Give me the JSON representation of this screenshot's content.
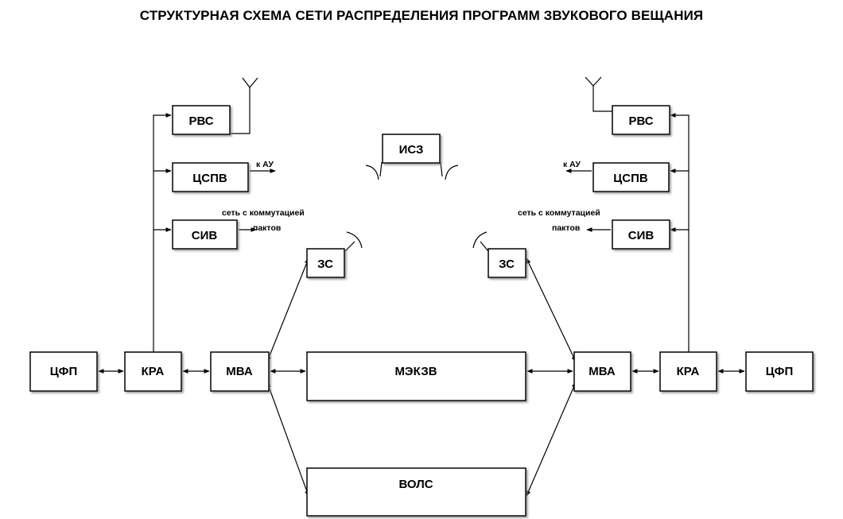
{
  "title": "СТРУКТУРНАЯ СХЕМА СЕТИ РАСПРЕДЕЛЕНИЯ ПРОГРАММ ЗВУКОВОГО ВЕЩАНИЯ",
  "blocks": {
    "left_cfp": "ЦФП",
    "left_kra": "КРА",
    "left_mva": "МВА",
    "mekzv": "МЭКЗВ",
    "right_mva": "МВА",
    "right_kra": "КРА",
    "right_cfp": "ЦФП",
    "volс": "ВОЛС",
    "left_zs": "ЗС",
    "right_zs": "ЗС",
    "isz": "ИСЗ",
    "left_rvs": "РВС",
    "left_cspv": "ЦСПВ",
    "left_siv": "СИВ",
    "right_rvs": "РВС",
    "right_cspv": "ЦСПВ",
    "right_siv": "СИВ"
  },
  "notes": {
    "left_k_au": "к АУ",
    "right_k_au": "к АУ",
    "left_net_line1": "сеть с коммутацией",
    "left_net_line2": "пактов",
    "right_net_line1": "сеть с коммутацией",
    "right_net_line2": "пактов"
  }
}
